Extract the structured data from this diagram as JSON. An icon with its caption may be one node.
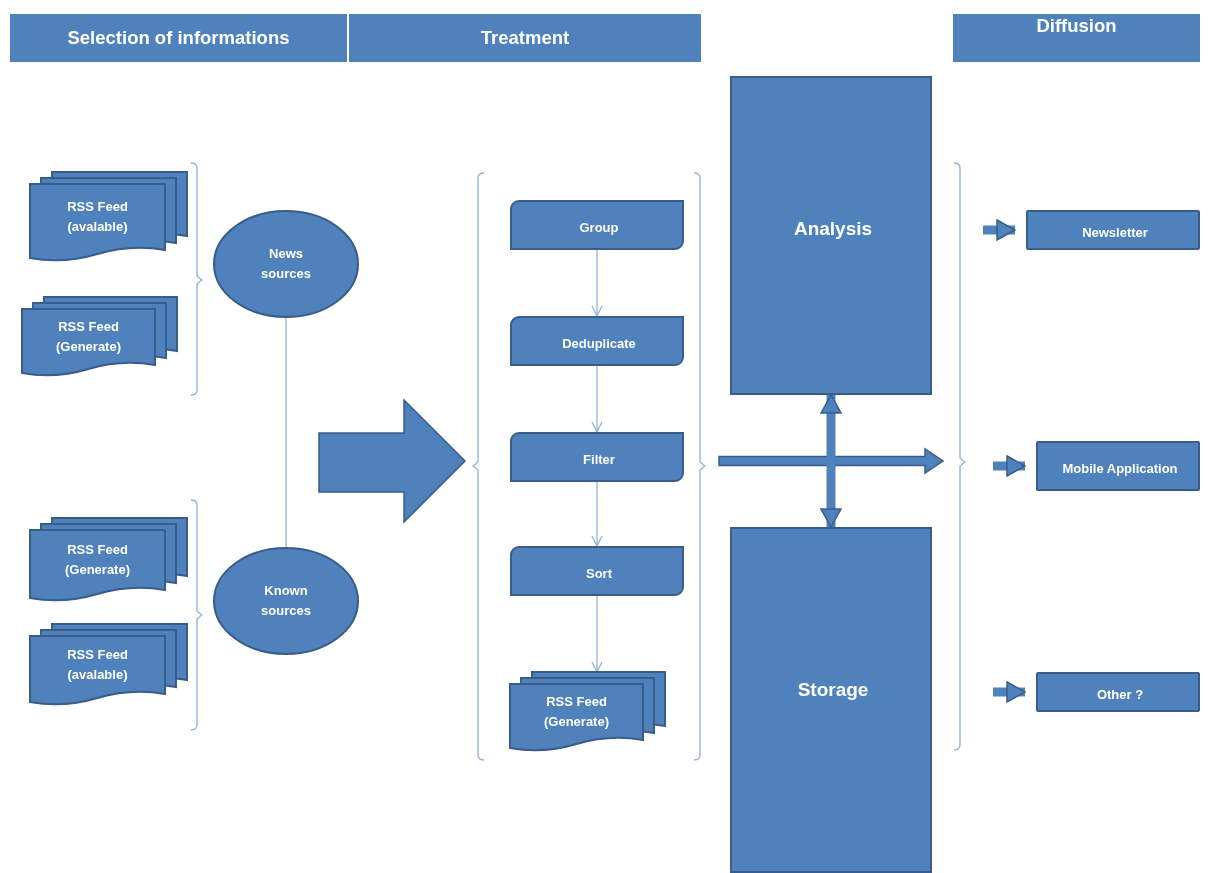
{
  "diagram": {
    "nodes": [
      {
        "text": [
          "Selection of informations"
        ]
      },
      {
        "text": [
          "Treatment"
        ]
      },
      {
        "text": [
          "Diffusion"
        ]
      },
      {
        "text": [
          "RSS Feed (avalable)"
        ]
      },
      {
        "text": [
          "RSS Feed (Generate)"
        ]
      },
      {
        "text": [
          "News sources"
        ]
      },
      {
        "text": [
          "RSS Feed (Generate)"
        ]
      },
      {
        "text": [
          "RSS Feed (avalable)"
        ]
      },
      {
        "text": [
          "Known sources"
        ]
      },
      {
        "text": [
          "Group"
        ]
      },
      {
        "text": [
          "Deduplicate"
        ]
      },
      {
        "text": [
          "Filter"
        ]
      },
      {
        "text": [
          "Sort"
        ]
      },
      {
        "text": [
          "RSS Feed (Generate)"
        ]
      },
      {
        "text": [
          "Analysis"
        ]
      },
      {
        "text": [
          "Storage"
        ]
      },
      {
        "text": [
          "Newsletter"
        ]
      },
      {
        "text": [
          "Mobile Application"
        ]
      },
      {
        "text": [
          "Other ?"
        ]
      }
    ],
    "edges": [
      {
        "from": 5,
        "to": 8,
        "arrow": "none"
      },
      {
        "from": 9,
        "to": 10,
        "arrow": "to"
      },
      {
        "from": 10,
        "to": 11,
        "arrow": "to"
      },
      {
        "from": 11,
        "to": 12,
        "arrow": "to"
      },
      {
        "from": 12,
        "to": 13,
        "arrow": "to"
      },
      {
        "from": 14,
        "to": 15,
        "arrow": "both",
        "style": "thick"
      },
      {
        "from": null,
        "to": 16,
        "arrow": "to",
        "style": "thick"
      },
      {
        "from": null,
        "to": 17,
        "arrow": "to",
        "style": "thick"
      },
      {
        "from": null,
        "to": 18,
        "arrow": "to",
        "style": "thick"
      }
    ]
  }
}
